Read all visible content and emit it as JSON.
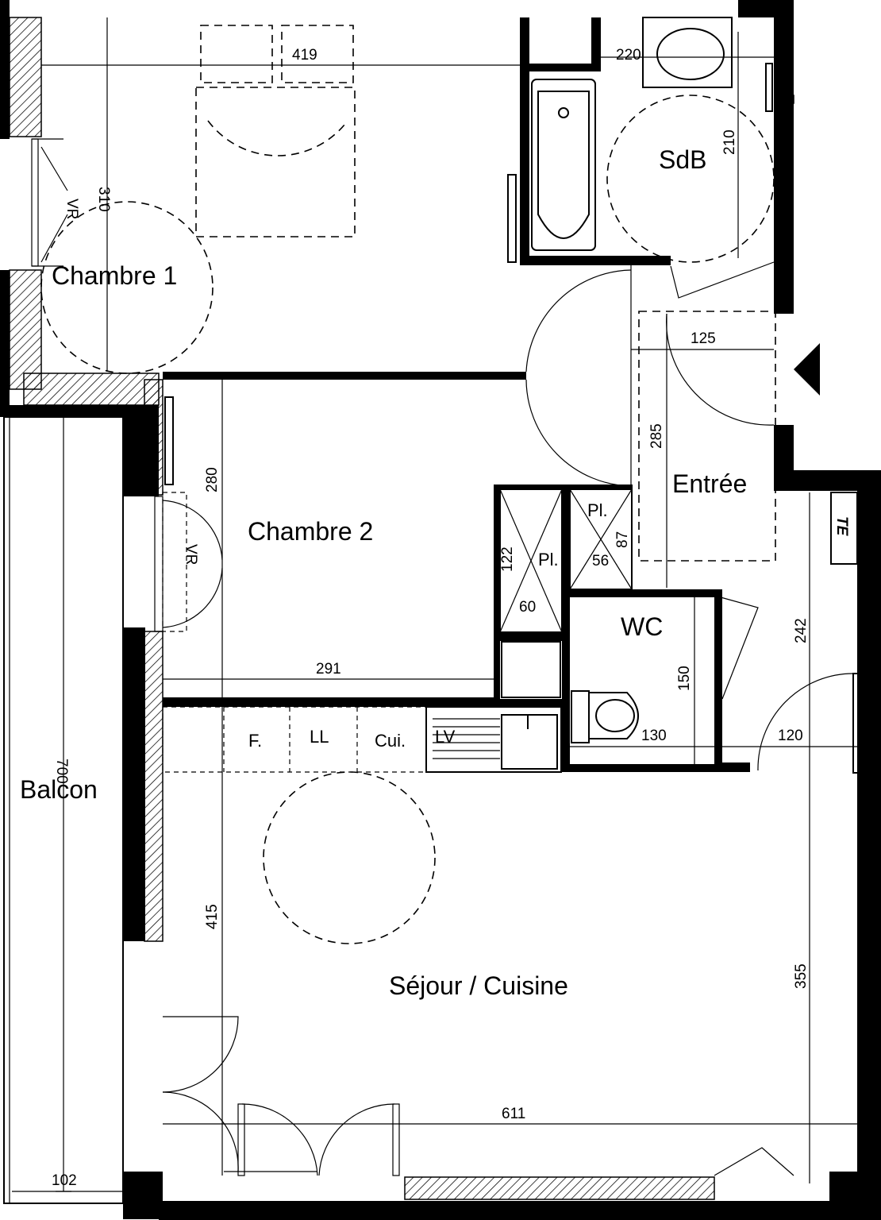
{
  "rooms": {
    "chambre1": "Chambre 1",
    "chambre2": "Chambre 2",
    "sdb": "SdB",
    "entree": "Entrée",
    "wc": "WC",
    "sejour": "Séjour / Cuisine",
    "balcon": "Balcon"
  },
  "dimensions": {
    "d419": "419",
    "d220": "220",
    "d210": "210",
    "d310": "310",
    "d125": "125",
    "d285": "285",
    "d280": "280",
    "d122": "122",
    "d60": "60",
    "d87": "87",
    "d56": "56",
    "d242": "242",
    "d291": "291",
    "d150": "150",
    "d130": "130",
    "d120": "120",
    "d700": "700",
    "d415": "415",
    "d355": "355",
    "d611": "611",
    "d102": "102"
  },
  "labels": {
    "placard1": "Pl.",
    "placard2": "Pl.",
    "vr1": "VR",
    "vr2": "VR",
    "te": "TE",
    "frigo": "F.",
    "lave_linge": "LL",
    "cuisson": "Cui.",
    "lave_vaisselle": "LV"
  }
}
